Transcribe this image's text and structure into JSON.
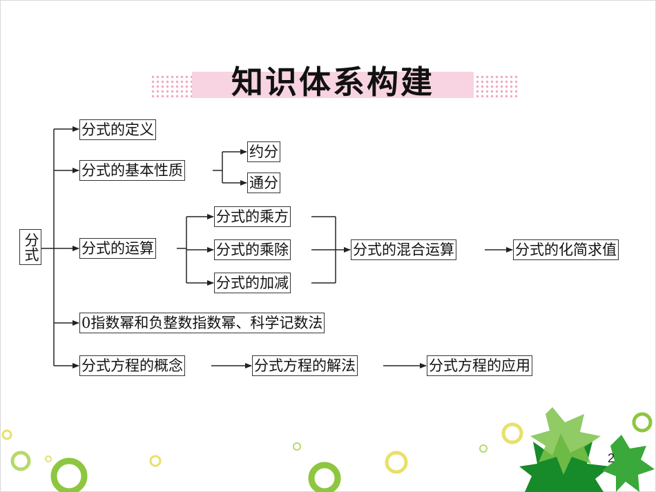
{
  "title": "知识体系构建",
  "root": "分式",
  "nodes": {
    "definition": "分式的定义",
    "basic_property": "分式的基本性质",
    "reduce": "约分",
    "common_denominator": "通分",
    "operations": "分式的运算",
    "power": "分式的乘方",
    "multiply_divide": "分式的乘除",
    "add_subtract": "分式的加减",
    "mixed_operations": "分式的混合运算",
    "simplify_evaluate": "分式的化简求值",
    "exponents": "0指数幂和负整数指数幂、科学记数法",
    "equation_concept": "分式方程的概念",
    "equation_solving": "分式方程的解法",
    "equation_application": "分式方程的应用"
  },
  "page_number": "2",
  "colors": {
    "title_band": "#f8d3e1",
    "dots": "#f2a6c2",
    "leaf_dark": "#178a2a",
    "leaf_light": "#7cc24a",
    "ring": "#8dc63f",
    "ring_yellow": "#e8e06a"
  }
}
